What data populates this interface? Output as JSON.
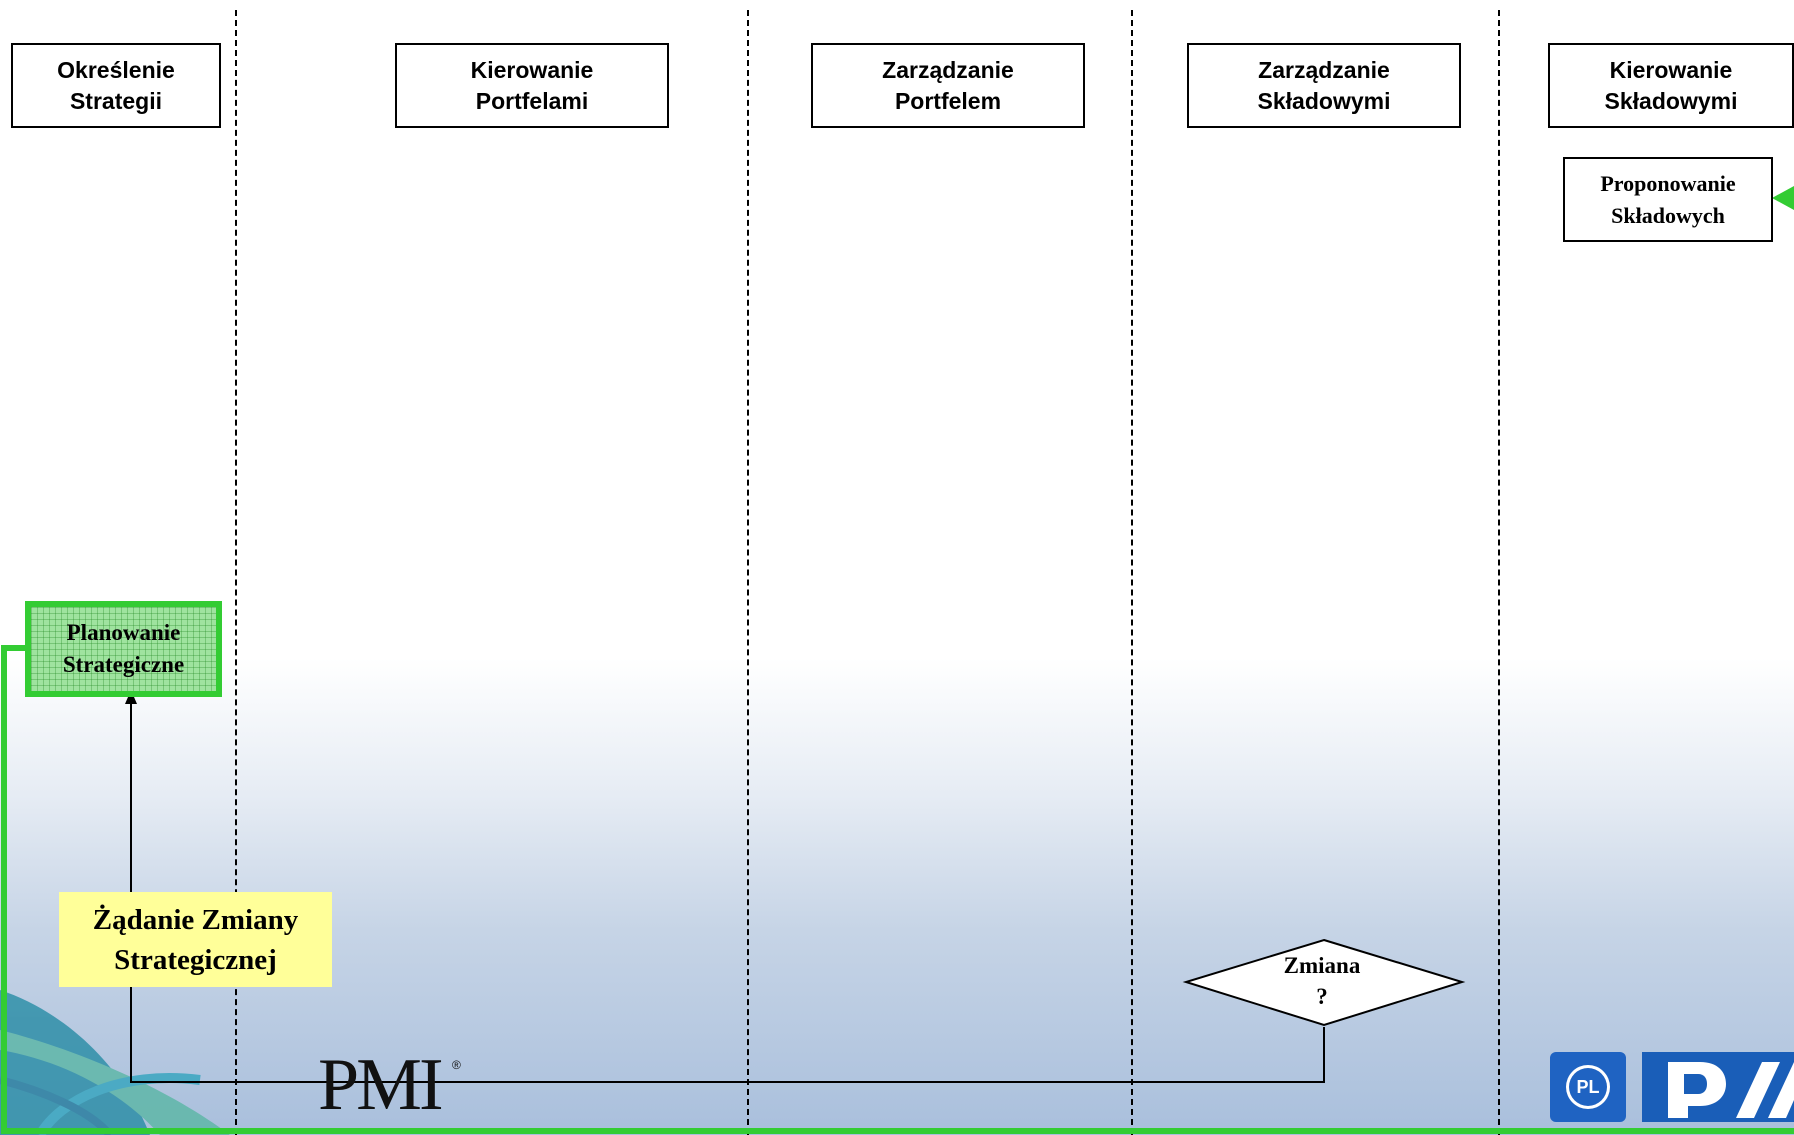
{
  "lanes": [
    {
      "label": "Określenie\nStrategii"
    },
    {
      "label": "Kierowanie\nPortfelami"
    },
    {
      "label": "Zarządzanie\nPortfelem"
    },
    {
      "label": "Zarządzanie\nSkładowymi"
    },
    {
      "label": "Kierowanie\nSkładowymi"
    }
  ],
  "nodes": {
    "proposal": {
      "label": "Proponowanie\nSkładowych"
    },
    "strategic_planning": {
      "label": "Planowanie\nStrategiczne"
    },
    "change_decision": {
      "label": "Zmiana\n?"
    }
  },
  "annotations": {
    "change_request": {
      "label": "Żądanie Zmiany\nStrategicznej"
    }
  },
  "branding": {
    "pmi_logo_text": "PMI",
    "registered_mark": "®",
    "pl_badge": "PL"
  },
  "colors": {
    "accent_green": "#33cc33",
    "green_fill": "#9fe39f",
    "note_yellow": "#ffff99",
    "pmi_blue": "#1a5eb8"
  }
}
